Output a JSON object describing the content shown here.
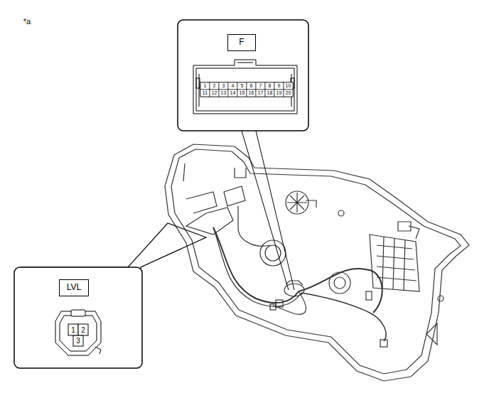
{
  "diagram": {
    "nodes": [
      {
        "text": [
          "F"
        ]
      },
      {
        "text": [
          "LVL"
        ]
      }
    ],
    "labels": [
      "*a",
      "1",
      "2",
      "3",
      "4",
      "5",
      "6",
      "7",
      "8",
      "9",
      "10",
      "11",
      "12",
      "13",
      "14",
      "15",
      "16",
      "17",
      "18",
      "19",
      "20",
      "1",
      "2",
      "3"
    ]
  }
}
